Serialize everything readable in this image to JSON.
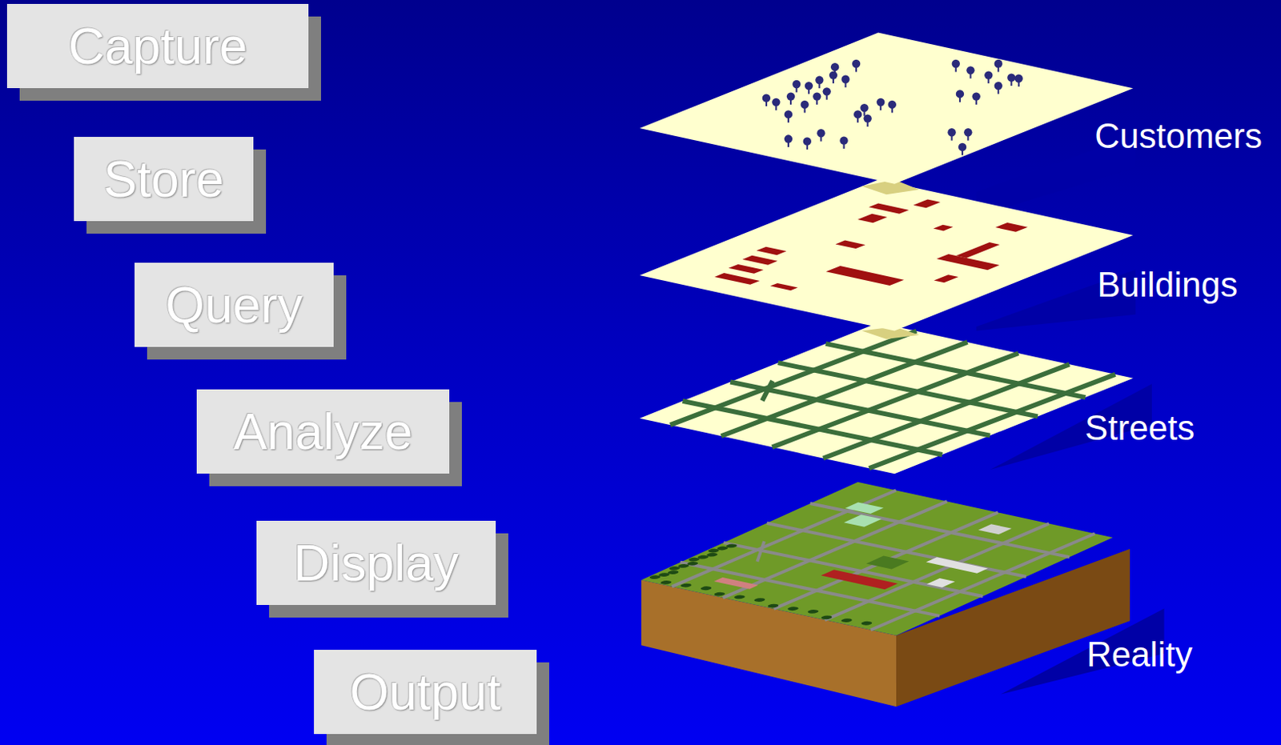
{
  "diagram": {
    "nodes": [
      {
        "text": [
          "Capture"
        ]
      },
      {
        "text": [
          "Store"
        ]
      },
      {
        "text": [
          "Query"
        ]
      },
      {
        "text": [
          "Analyze"
        ]
      },
      {
        "text": [
          "Display"
        ]
      },
      {
        "text": [
          "Output"
        ]
      }
    ],
    "labels": [
      "Customers",
      "Buildings",
      "Streets",
      "Reality"
    ]
  }
}
